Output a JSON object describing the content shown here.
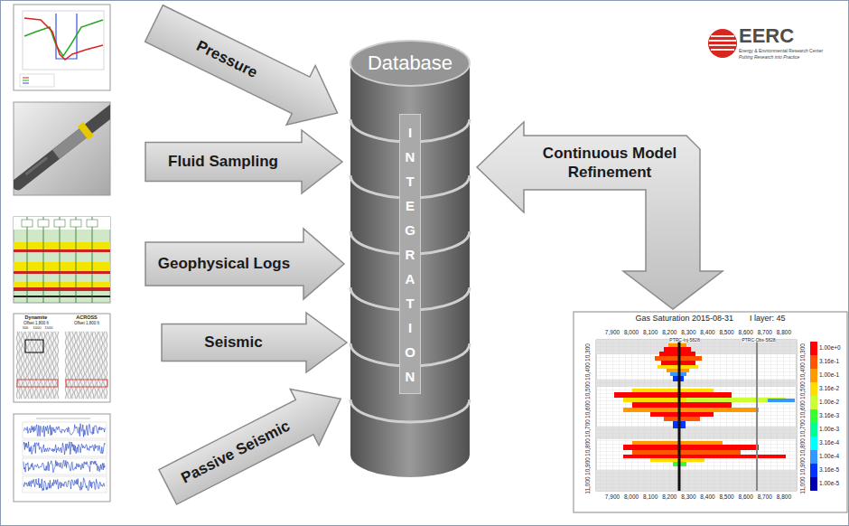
{
  "diagram": {
    "nodes": [
      {
        "text": [
          "Pressure"
        ]
      },
      {
        "text": [
          "Fluid Sampling"
        ]
      },
      {
        "text": [
          "Geophysical Logs"
        ]
      },
      {
        "text": [
          "Seismic"
        ]
      },
      {
        "text": [
          "Passive Seismic"
        ]
      },
      {
        "text": [
          "Database"
        ]
      },
      {
        "text": [
          "INTEGRATION"
        ],
        "in": 5
      },
      {
        "text": [
          "Continuous Model Refinement"
        ]
      },
      {
        "text": [
          "Gas Saturation 2015-08-31",
          "I layer: 45"
        ]
      }
    ],
    "labels": [
      "EERC",
      "Energy & Environmental Research Center",
      "Putting Research into Practice",
      "Dynamite",
      "Offset 1,800 ft",
      "500",
      "1000",
      "1500",
      "ACROSS",
      "Offset 1,800 ft",
      "7,900",
      "8,000",
      "8,100",
      "8,200",
      "8,300",
      "8,400",
      "8,500",
      "8,600",
      "8,700",
      "8,800",
      "7,900",
      "8,000",
      "8,100",
      "8,200",
      "8,300",
      "8,400",
      "8,500",
      "8,600",
      "8,700",
      "8,800",
      "PTRC-Inj-5828",
      "PTRC-Obs-5828",
      "10,300",
      "10,400",
      "10,500",
      "10,600",
      "10,700",
      "10,800",
      "10,900",
      "11,000",
      "10,300",
      "10,400",
      "10,500",
      "10,600",
      "10,700",
      "10,800",
      "10,900",
      "11,000"
    ],
    "legend": [
      {
        "text": "1.00e+0",
        "color": "#ff0000"
      },
      {
        "text": "3.16e-1",
        "color": "#ff5500"
      },
      {
        "text": "1.00e-1",
        "color": "#ff9900"
      },
      {
        "text": "3.16e-2",
        "color": "#ffdd00"
      },
      {
        "text": "1.00e-2",
        "color": "#ccff33"
      },
      {
        "text": "3.16e-3",
        "color": "#33ff33"
      },
      {
        "text": "1.00e-3",
        "color": "#00ff99"
      },
      {
        "text": "3.16e-4",
        "color": "#00ffff"
      },
      {
        "text": "1.00e-4",
        "color": "#3399ff"
      },
      {
        "text": "3.16e-5",
        "color": "#0033ff"
      },
      {
        "text": "1.00e-5",
        "color": "#0000b3"
      }
    ]
  }
}
